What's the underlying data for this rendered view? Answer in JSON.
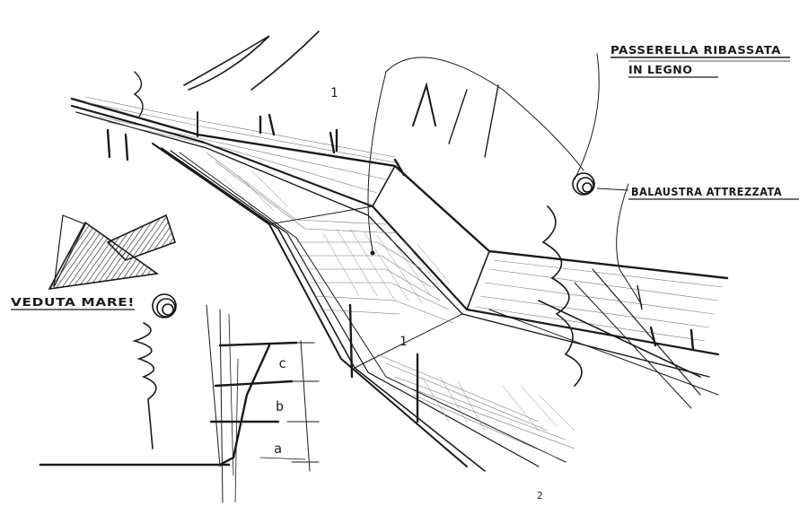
{
  "title_line1": "PASSERELLA RIBASSATA",
  "title_line2": "IN LEGNO",
  "label_railing": "BALAUSTRA ATTREZZATA",
  "label_view": "VEDUTA MARE!",
  "dim_labels": [
    "c",
    "b",
    "a"
  ],
  "marks": [
    "1",
    "1",
    "2"
  ],
  "colors": {
    "ink": "#1a1a1a",
    "paper": "#ffffff",
    "pencil": "#555555"
  }
}
